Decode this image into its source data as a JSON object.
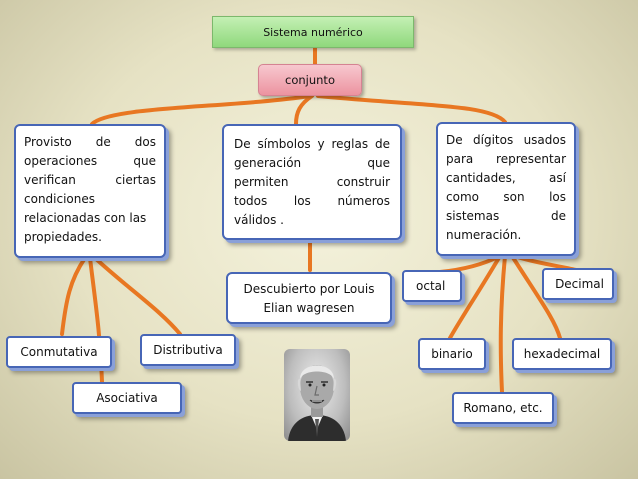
{
  "nodes": {
    "root": "Sistema numérico",
    "conjunto": "conjunto",
    "left_box": {
      "lines": [
        "Provisto de dos",
        "operaciones que",
        "verifican ciertas",
        "condiciones",
        "relacionadas con las",
        "propiedades."
      ]
    },
    "center_box": {
      "lines": [
        "De símbolos y reglas de",
        "generación que",
        "permiten construir",
        "todos los números",
        "válidos ."
      ]
    },
    "right_box": {
      "lines": [
        "De dígitos usados",
        "para representar",
        "cantidades, así",
        "como son los",
        "sistemas de",
        "numeración."
      ]
    },
    "discoverer": "Descubierto por Louis Elian wagresen",
    "conmutativa": "Conmutativa",
    "distributiva": "Distributiva",
    "asociativa": "Asociativa",
    "octal": "octal",
    "decimal": "Decimal",
    "binario": "binario",
    "hexadecimal": "hexadecimal",
    "romano": "Romano, etc."
  },
  "colors": {
    "connector": "#e87722",
    "box_border": "#4766b6",
    "root_fill": "#9ee08a",
    "pink_fill": "#f0a7b2"
  }
}
